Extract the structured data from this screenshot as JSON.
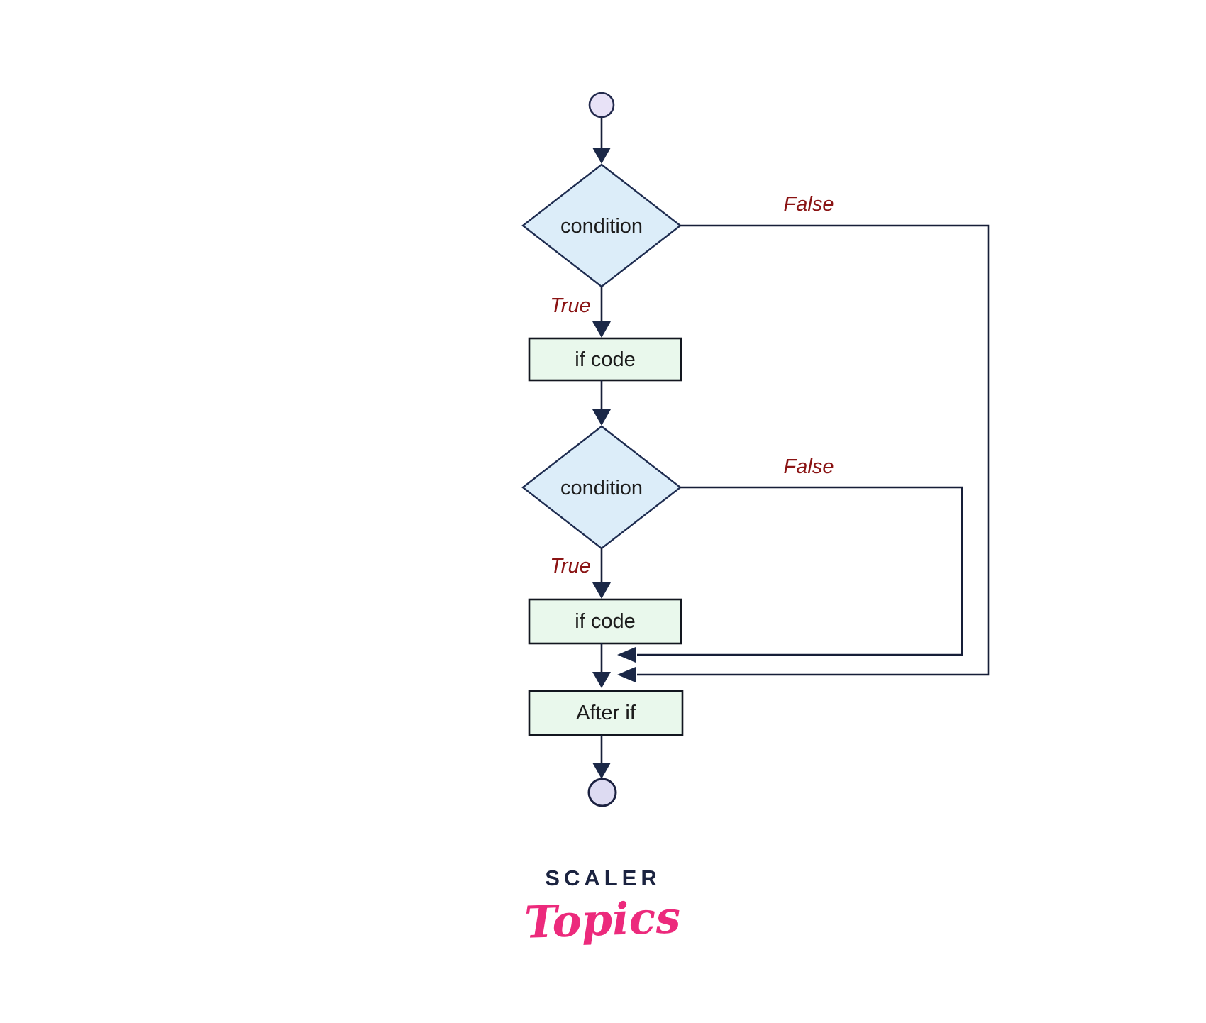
{
  "flowchart": {
    "description": "Flowchart of a nested if statement",
    "nodes": {
      "start": {
        "shape": "circle",
        "role": "start terminal"
      },
      "condition_1": {
        "shape": "diamond",
        "label": "condition"
      },
      "if_code_1": {
        "shape": "rect",
        "label": "if code"
      },
      "condition_2": {
        "shape": "diamond",
        "label": "condition"
      },
      "if_code_2": {
        "shape": "rect",
        "label": "if code"
      },
      "after_if": {
        "shape": "rect",
        "label": "After if"
      },
      "end": {
        "shape": "circle",
        "role": "end terminal"
      }
    },
    "edge_labels": {
      "false_1": "False",
      "true_1": "True",
      "false_2": "False",
      "true_2": "True"
    },
    "colors": {
      "start_fill": "#e8e2f7",
      "end_fill": "#dddbf2",
      "decision_fill": "#dcedf9",
      "process_fill": "#e9f8ec",
      "shape_stroke": "#1e2c50",
      "connector": "#161e38",
      "edge_label_red": "#8a1313",
      "node_text": "#1c1c1c"
    }
  },
  "logo": {
    "brand": "SCALER",
    "sub": "Topics",
    "brand_color": "#1b2340",
    "sub_color": "#ec2a7c"
  }
}
